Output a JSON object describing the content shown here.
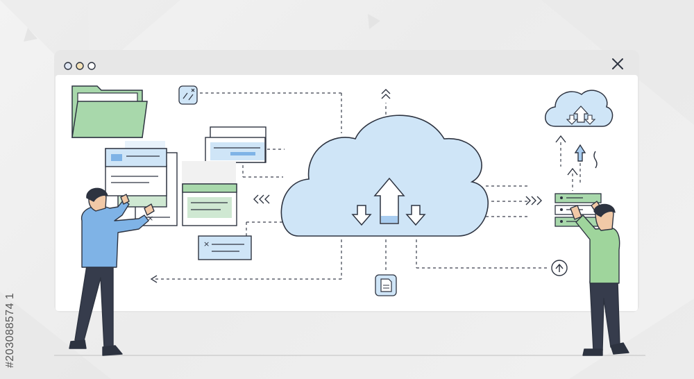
{
  "stock_id": "#203088574 1",
  "colors": {
    "background": "#efefef",
    "window_frame": "#e6e6e6",
    "window_body": "#ffffff",
    "cloud_fill": "#cfe5f7",
    "outline": "#2d3340",
    "green_accent": "#a8d8ab",
    "blue_accent": "#a9cdf0",
    "shirt_blue": "#7fb3e6",
    "shirt_green": "#9fd59c",
    "pants": "#363c4c"
  },
  "window_controls": [
    "dot-red",
    "dot-yellow",
    "dot-blue",
    "close-icon"
  ],
  "icons": [
    "folder-icon",
    "document-stack-icon",
    "message-card-icon",
    "cloud-upload-download-icon",
    "server-rack-icon",
    "small-cloud-sync-icon",
    "upload-circle-icon",
    "file-icon",
    "broken-link-icon"
  ]
}
